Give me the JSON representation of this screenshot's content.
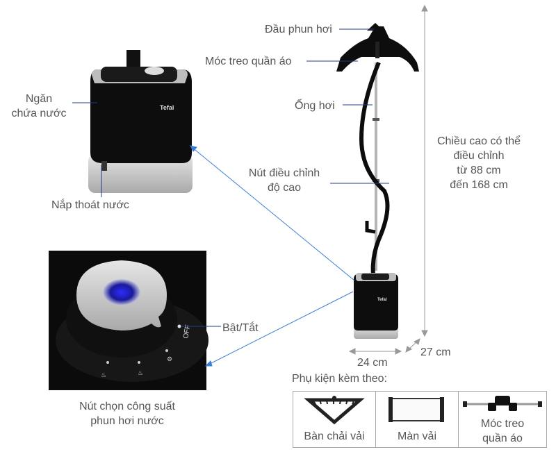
{
  "brand": "Tefal",
  "labels": {
    "spray_head": "Đầu phun hơi",
    "hanger": "Móc treo quần áo",
    "steam_pipe": "Ống hơi",
    "height_button_line1": "Nút điều chỉnh",
    "height_button_line2": "độ cao",
    "tank_line1": "Ngăn",
    "tank_line2": "chứa nước",
    "drain_cap": "Nắp thoát nước",
    "height_line1": "Chiều cao có thể",
    "height_line2": "điều chỉnh",
    "height_line3": "từ 88 cm",
    "height_line4": "đến 168 cm",
    "power_switch": "Bật/Tắt",
    "off_mark": "OFF",
    "power_knob_line1": "Nút chọn công suất",
    "power_knob_line2": "phun hơi nước",
    "width": "24 cm",
    "depth": "27 cm",
    "accessories_title": "Phụ kiện kèm theo:"
  },
  "accessories": [
    {
      "label_line1": "Bàn chải vải",
      "label_line2": ""
    },
    {
      "label_line1": "Màn vải",
      "label_line2": ""
    },
    {
      "label_line1": "Móc treo",
      "label_line2": "quần áo"
    }
  ],
  "colors": {
    "leader": "#1f3c88",
    "pointer": "#3a7fd5",
    "body": "#111111",
    "silver": "#c9c9c9",
    "dimension": "#999999"
  }
}
